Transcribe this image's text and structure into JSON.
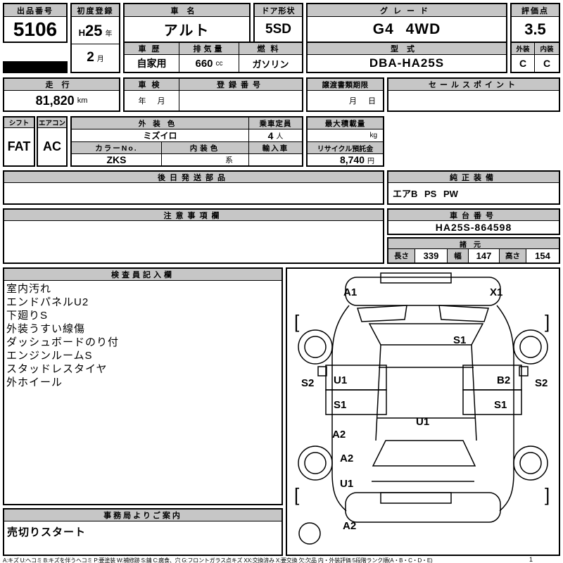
{
  "top": {
    "auction_no": {
      "label": "出品番号",
      "value": "5106"
    },
    "first_reg": {
      "label": "初度登録",
      "era": "H",
      "year": "25",
      "year_unit": "年",
      "month": "2",
      "month_unit": "月"
    },
    "car_name": {
      "label": "車名",
      "value": "アルト"
    },
    "door": {
      "label": "ドア形状",
      "value": "5SD"
    },
    "grade": {
      "label": "グレード",
      "value": "G4 4WD"
    },
    "score": {
      "label": "評価点",
      "value": "3.5"
    },
    "history": {
      "label": "車歴",
      "value": "自家用"
    },
    "displacement": {
      "label": "排気量",
      "value": "660",
      "unit": "cc"
    },
    "fuel": {
      "label": "燃料",
      "value": "ガソリン"
    },
    "model": {
      "label": "型式",
      "value": "DBA-HA25S"
    },
    "exterior": {
      "label": "外装",
      "value": "C"
    },
    "interior": {
      "label": "内装",
      "value": "C"
    }
  },
  "middle": {
    "mileage": {
      "label": "走行",
      "value": "81,820",
      "unit": "km"
    },
    "shaken": {
      "label": "車検",
      "year_unit": "年",
      "month_unit": "月"
    },
    "reg_no": {
      "label": "登録番号",
      "value": ""
    },
    "transfer": {
      "label": "譲渡書類期限",
      "month_unit": "月",
      "day_unit": "日"
    },
    "sales_point": {
      "label": "セールスポイント",
      "value": ""
    },
    "shift": {
      "label": "シフト",
      "value": "FAT"
    },
    "aircon": {
      "label": "エアコン",
      "value": "AC"
    },
    "ext_color": {
      "label": "外装色",
      "value": "ミズイロ"
    },
    "capacity": {
      "label": "乗車定員",
      "value": "4",
      "unit": "人"
    },
    "max_load": {
      "label": "最大積載量",
      "value": "",
      "unit": "kg"
    },
    "color_no": {
      "label": "カラーNo.",
      "value": "ZKS"
    },
    "int_color": {
      "label": "内装色",
      "value": "系"
    },
    "import_car": {
      "label": "輸入車",
      "value": ""
    },
    "recycle": {
      "label": "リサイクル預託金",
      "value": "8,740",
      "unit": "円"
    }
  },
  "sections": {
    "later_parts": {
      "label": "後日発送部品",
      "value": ""
    },
    "equipment": {
      "label": "純正装備",
      "value": "エアB PS PW"
    },
    "caution": {
      "label": "注意事項欄",
      "value": ""
    },
    "chassis_no": {
      "label": "車台番号",
      "value": "HA25S-864598"
    },
    "dimensions": {
      "label": "諸元",
      "length_label": "長さ",
      "length": "339",
      "width_label": "幅",
      "width": "147",
      "height_label": "高さ",
      "height": "154"
    },
    "inspector": {
      "label": "検査員記入欄",
      "items": [
        "室内汚れ",
        "エンドパネルU2",
        "下廻りS",
        "外装うすい線傷",
        "ダッシュボードのり付",
        "エンジンルームS",
        "スタッドレスタイヤ",
        "外ホイール"
      ]
    },
    "office": {
      "label": "事務局よりご案内",
      "value": "売切りスタート"
    }
  },
  "diagram": {
    "bracket_left": "[",
    "bracket_right": "]",
    "marks": [
      "A1",
      "X1",
      "S1",
      "S2",
      "U1",
      "S1",
      "B2",
      "S1",
      "S2",
      "U1",
      "A2",
      "A2",
      "U1",
      "A2"
    ]
  },
  "footer": {
    "legend": "A:キズ U:ヘコミ B:キズを伴うヘコミ P:要塗装 W:補修跡 S:錆 C:腐食、穴 G:フロントガラス点キズ XX:交換済み X:要交換 欠:欠品 内・外装評価 5段階ランク順(A・B・C・D・E)",
    "page": "1"
  },
  "colors": {
    "header_bg": "#c6c6c6",
    "border": "#000000"
  }
}
